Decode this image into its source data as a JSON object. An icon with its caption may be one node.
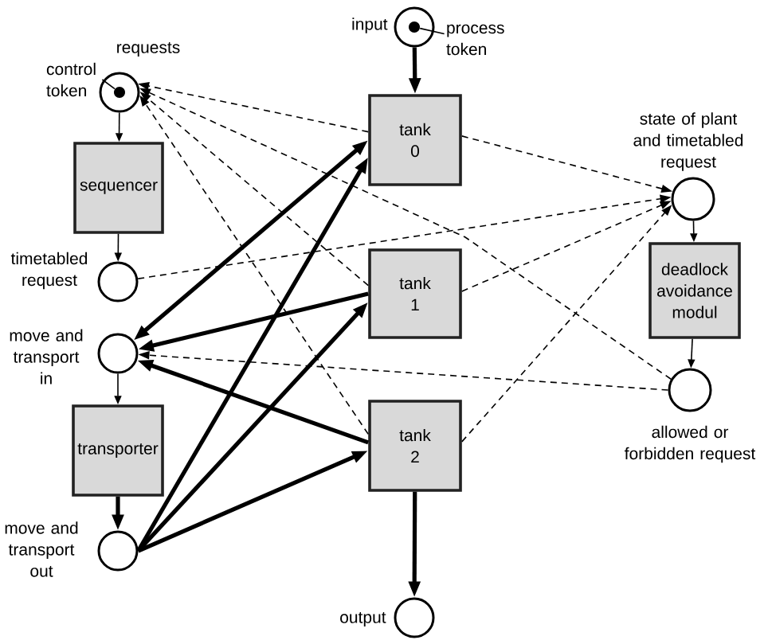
{
  "diagram": {
    "nodes": [
      {
        "text": [],
        "shape": "circle",
        "beside": [
          "input"
        ]
      },
      {
        "text": [],
        "shape": "dot",
        "in": 0
      },
      {
        "text": [
          "process token"
        ]
      },
      {
        "text": [],
        "shape": "circle",
        "beside": [
          "requests"
        ]
      },
      {
        "text": [],
        "shape": "dot",
        "in": 3
      },
      {
        "text": [
          "control token"
        ]
      },
      {
        "text": [
          "tank 0"
        ]
      },
      {
        "text": [
          "sequencer"
        ]
      },
      {
        "text": [],
        "shape": "circle",
        "beside": [
          "state of plant and timetabled request"
        ]
      },
      {
        "text": [
          "tank 1"
        ]
      },
      {
        "text": [],
        "shape": "circle",
        "beside": [
          "timetabled request"
        ]
      },
      {
        "text": [
          "deadlock avoidance modul"
        ]
      },
      {
        "text": [],
        "shape": "circle",
        "beside": [
          "move and transport in"
        ]
      },
      {
        "text": [],
        "shape": "circle",
        "beside": [
          "allowed or forbidden request"
        ]
      },
      {
        "text": [
          "transporter"
        ]
      },
      {
        "text": [
          "tank 2"
        ]
      },
      {
        "text": [],
        "shape": "circle",
        "beside": [
          "move and transport out"
        ]
      },
      {
        "text": [],
        "shape": "circle",
        "beside": [
          "output"
        ]
      }
    ],
    "edges": [
      {
        "from": 0,
        "to": 6,
        "arrow": "to",
        "style": "thick"
      },
      {
        "from": 2,
        "to": 1,
        "arrow": "none"
      },
      {
        "from": 5,
        "to": 4,
        "arrow": "none"
      },
      {
        "from": 3,
        "to": 7,
        "arrow": "to"
      },
      {
        "from": 6,
        "to": 3,
        "arrow": "to",
        "style": "dashed"
      },
      {
        "from": 9,
        "to": 3,
        "arrow": "to",
        "style": "dashed"
      },
      {
        "from": 15,
        "to": 3,
        "arrow": "to",
        "style": "dashed"
      },
      {
        "from": 13,
        "to": 3,
        "arrow": "to",
        "style": "dashed"
      },
      {
        "from": 6,
        "to": 8,
        "arrow": "to",
        "style": "dashed"
      },
      {
        "from": 10,
        "to": 8,
        "arrow": "to",
        "style": "dashed"
      },
      {
        "from": 9,
        "to": 8,
        "arrow": "to",
        "style": "dashed"
      },
      {
        "from": 15,
        "to": 8,
        "arrow": "to",
        "style": "dashed"
      },
      {
        "from": 7,
        "to": 10,
        "arrow": "to"
      },
      {
        "from": 8,
        "to": 11,
        "arrow": "to"
      },
      {
        "from": 11,
        "to": 13,
        "arrow": "to"
      },
      {
        "from": 13,
        "to": 12,
        "arrow": "to",
        "style": "dashed"
      },
      {
        "from": 6,
        "to": 12,
        "arrow": "both",
        "style": "thick"
      },
      {
        "from": 9,
        "to": 12,
        "arrow": "to",
        "style": "thick"
      },
      {
        "from": 15,
        "to": 12,
        "arrow": "to",
        "style": "thick"
      },
      {
        "from": 12,
        "to": 14,
        "arrow": "to"
      },
      {
        "from": 14,
        "to": 16,
        "arrow": "to",
        "style": "thick"
      },
      {
        "from": 16,
        "to": 6,
        "arrow": "to",
        "style": "thick"
      },
      {
        "from": 16,
        "to": 9,
        "arrow": "to",
        "style": "thick"
      },
      {
        "from": 16,
        "to": 15,
        "arrow": "to",
        "style": "thick"
      },
      {
        "from": 15,
        "to": 17,
        "arrow": "to",
        "style": "thick"
      }
    ]
  }
}
